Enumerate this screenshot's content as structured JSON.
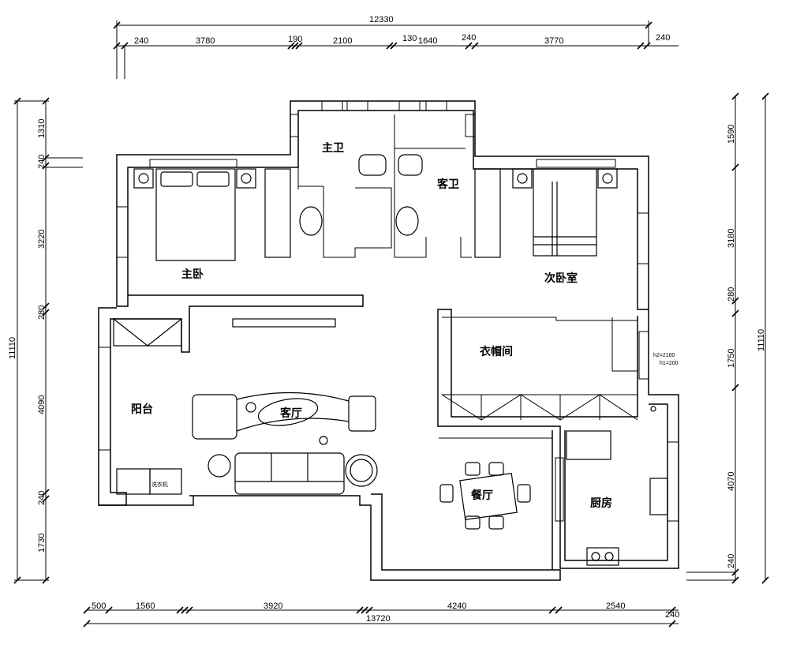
{
  "rooms": {
    "master_bath": "主卫",
    "guest_bath": "客卫",
    "master_bedroom": "主卧",
    "second_bedroom": "次卧室",
    "walk_in_closet": "衣帽间",
    "balcony": "阳台",
    "living_room": "客厅",
    "dining_room": "餐厅",
    "kitchen": "厨房",
    "washing_machine": "洗衣机"
  },
  "annotations": {
    "h2": "h2=2160",
    "h1": "h1=200"
  },
  "dimensions": {
    "top_total": "12330",
    "top": [
      "240",
      "3780",
      "190",
      "2100",
      "130",
      "1640",
      "240",
      "3770",
      "240"
    ],
    "left_total": "11110",
    "left": [
      "1310",
      "240",
      "3220",
      "280",
      "4090",
      "240",
      "1730"
    ],
    "right_total": "11110",
    "right": [
      "1590",
      "3180",
      "280",
      "1750",
      "4070",
      "240"
    ],
    "bottom_total": "13720",
    "bottom": [
      "500",
      "1560",
      "3920",
      "4240",
      "2540",
      "240"
    ]
  }
}
